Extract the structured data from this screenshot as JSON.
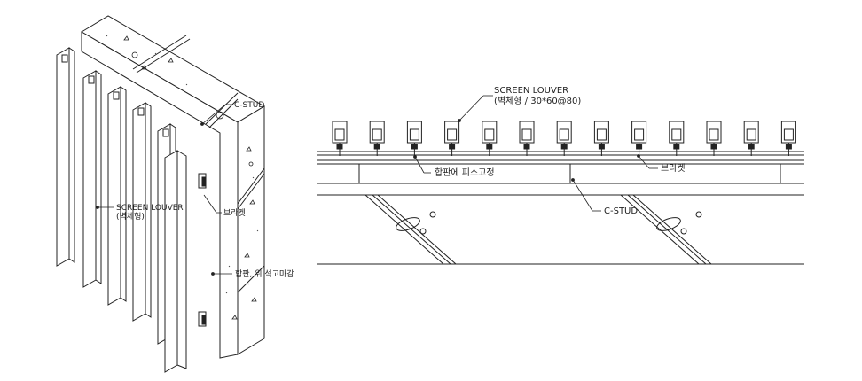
{
  "left_detail": {
    "labels": {
      "c_stud": "C-STUD",
      "screen_louver_line1": "SCREEN LOUVER",
      "screen_louver_line2": "(벽체형)",
      "bracket": "브라켓",
      "plywood_finish": "합판, 위 석고마감"
    }
  },
  "right_detail": {
    "labels": {
      "screen_louver_line1": "SCREEN LOUVER",
      "screen_louver_line2": "(벽체형 / 30*60@80)",
      "plywood_fix": "합판에 피스고정",
      "bracket": "브라켓",
      "c_stud": "C-STUD"
    },
    "louver_count": 13
  },
  "colors": {
    "line": "#222222",
    "background": "#ffffff"
  }
}
